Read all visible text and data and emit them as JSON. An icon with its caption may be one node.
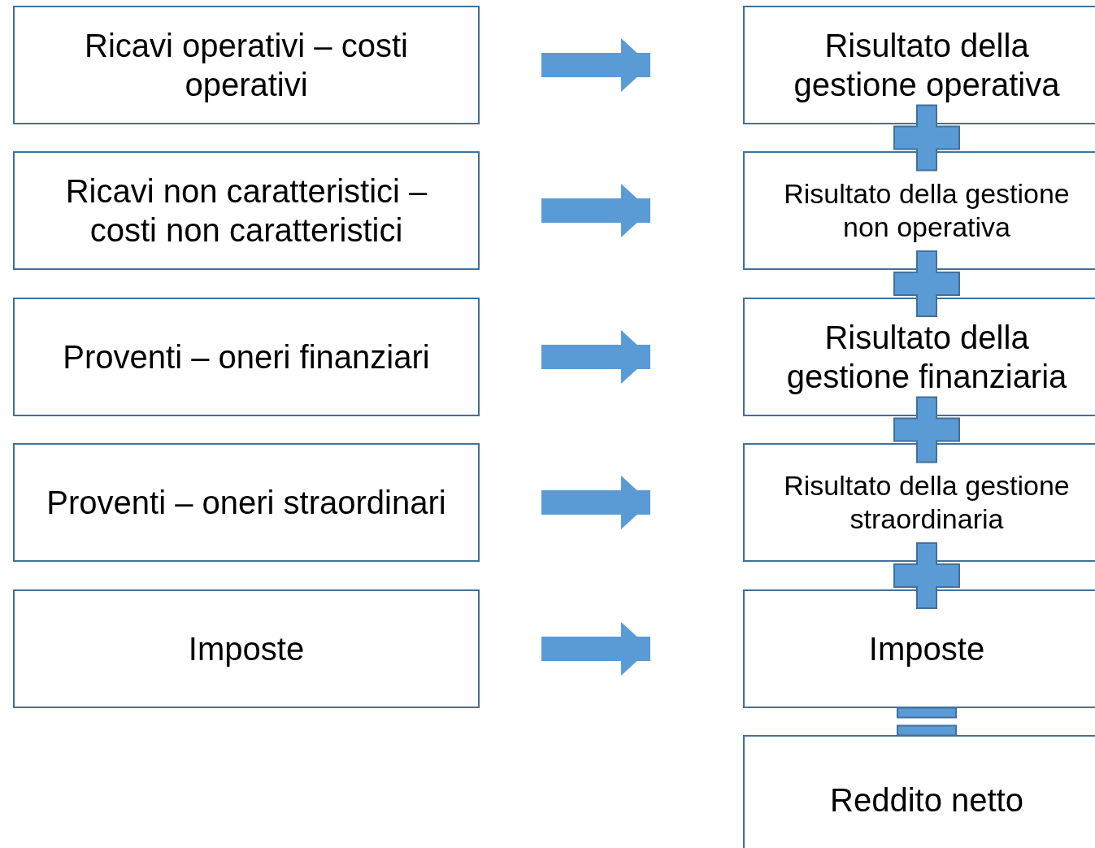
{
  "diagram": {
    "nodes": [
      {
        "text": [
          "Ricavi operativi – costi operativi"
        ]
      },
      {
        "text": [
          "Ricavi non caratteristici – costi non caratteristici"
        ]
      },
      {
        "text": [
          "Proventi – oneri finanziari"
        ]
      },
      {
        "text": [
          "Proventi – oneri straordinari"
        ]
      },
      {
        "text": [
          "Imposte"
        ]
      },
      {
        "text": [
          "Risultato della gestione operativa"
        ]
      },
      {
        "text": [
          "Risultato della gestione non operativa"
        ]
      },
      {
        "text": [
          "Risultato della gestione finanziaria"
        ]
      },
      {
        "text": [
          "Risultato della gestione straordinaria"
        ]
      },
      {
        "text": [
          "Imposte"
        ]
      },
      {
        "text": [
          "Reddito netto"
        ]
      }
    ],
    "edges": [
      {
        "from": 0,
        "to": 5,
        "arrow": "to"
      },
      {
        "from": 1,
        "to": 6,
        "arrow": "to"
      },
      {
        "from": 2,
        "to": 7,
        "arrow": "to"
      },
      {
        "from": 3,
        "to": 8,
        "arrow": "to"
      },
      {
        "from": 4,
        "to": 9,
        "arrow": "to"
      }
    ]
  }
}
